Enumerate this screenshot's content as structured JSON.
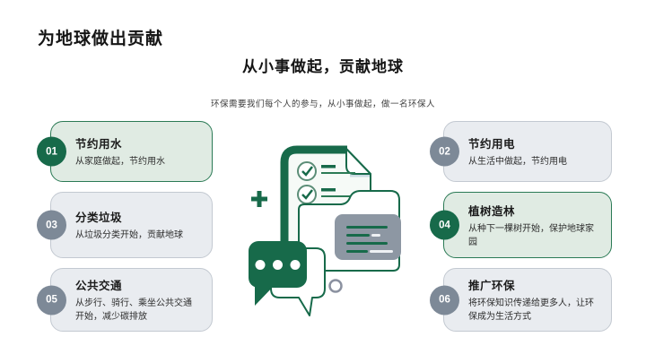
{
  "page": {
    "title": "为地球做出贡献",
    "subtitle": "从小事做起，贡献地球",
    "tagline": "环保需要我们每个人的参与，从小事做起，做一名环保人"
  },
  "colors": {
    "dark_green": "#176a4a",
    "green_card_bg": "#e0ebe3",
    "green_card_border": "#2b7a55",
    "gray_card_bg": "#e9ecf0",
    "gray_card_border": "#c3c9d1",
    "gray_badge": "#7d8997",
    "panel_gray": "#8d97a3",
    "text_black": "#151515"
  },
  "icons": {
    "center": [
      "plus-icon",
      "checklist-icon",
      "folder-icon",
      "chat-bubble-icon",
      "circle-dot-icon"
    ]
  },
  "items": [
    {
      "number": "01",
      "title": "节约用水",
      "desc": "从家庭做起，节约用水",
      "variant": "green"
    },
    {
      "number": "02",
      "title": "节约用电",
      "desc": "从生活中做起，节约用电",
      "variant": "gray"
    },
    {
      "number": "03",
      "title": "分类垃圾",
      "desc": "从垃圾分类开始，贡献地球",
      "variant": "gray"
    },
    {
      "number": "04",
      "title": "植树造林",
      "desc": "从种下一棵树开始，保护地球家园",
      "variant": "green"
    },
    {
      "number": "05",
      "title": "公共交通",
      "desc": "从步行、骑行、乘坐公共交通开始，减少碳排放",
      "variant": "gray"
    },
    {
      "number": "06",
      "title": "推广环保",
      "desc": "将环保知识传递给更多人，让环保成为生活方式",
      "variant": "gray"
    }
  ]
}
